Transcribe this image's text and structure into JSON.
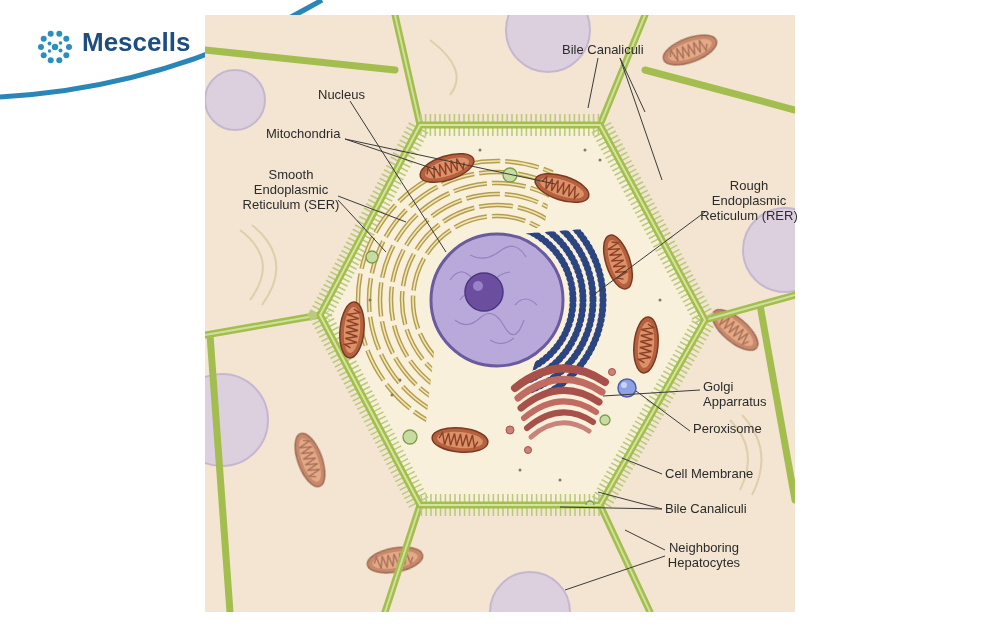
{
  "diagram": {
    "labels": [
      "Mescells",
      "Nucleus",
      "Mitochondria",
      "Smooth Endoplasmic Reticulum (SER)",
      "Bile Canaliculi",
      "Rough Endoplasmic Reticulum (RER)",
      "Golgi Apparratus",
      "Peroxisome",
      "Cell Membrane",
      "Bile Canaliculi",
      "Neighboring Hepatocytes"
    ]
  }
}
